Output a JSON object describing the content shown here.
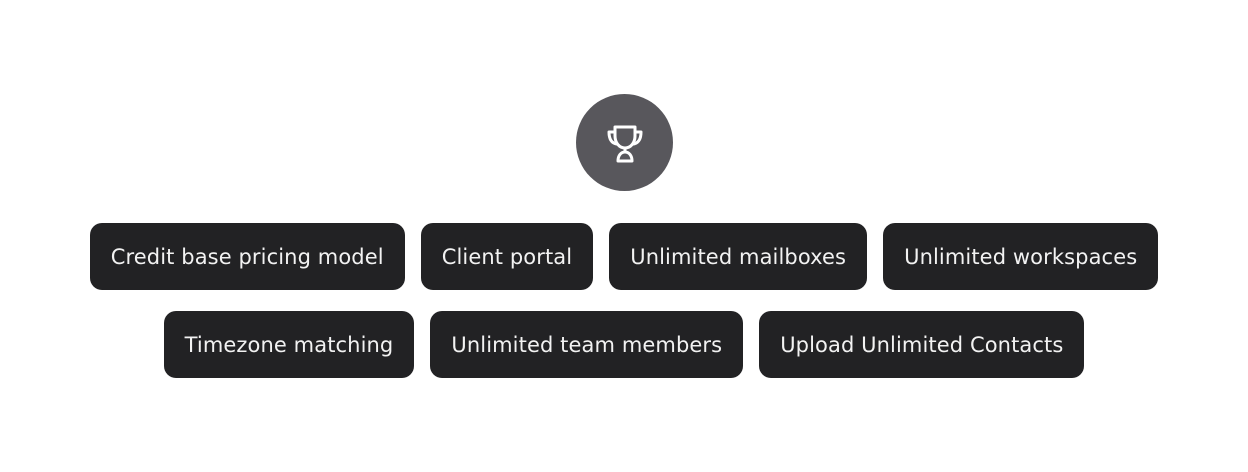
{
  "hero": {
    "icon": "trophy-icon",
    "badge_color": "#58575c"
  },
  "features": {
    "row1": [
      "Credit base pricing model",
      "Client portal",
      "Unlimited mailboxes",
      "Unlimited workspaces"
    ],
    "row2": [
      "Timezone matching",
      "Unlimited team members",
      "Upload Unlimited Contacts"
    ],
    "chip_color": "#222224",
    "text_color": "#f2f2f2"
  }
}
